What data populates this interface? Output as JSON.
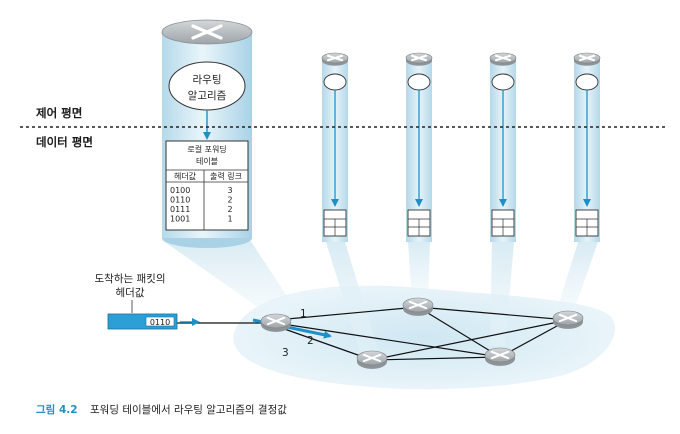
{
  "planes": {
    "control": "제어 평면",
    "data": "데이터 평면"
  },
  "routing_algorithm": {
    "line1": "라우팅",
    "line2": "알고리즘"
  },
  "forwarding_table": {
    "title_line1": "로컬 포워딩",
    "title_line2": "테이블",
    "col_header": "헤더값",
    "col_link": "출력 링크",
    "rows": [
      {
        "header": "0100",
        "link": "3"
      },
      {
        "header": "0110",
        "link": "2"
      },
      {
        "header": "0111",
        "link": "2"
      },
      {
        "header": "1001",
        "link": "1"
      }
    ]
  },
  "packet": {
    "label_line1": "도착하는 패킷의",
    "label_line2": "헤더값",
    "value": "0110"
  },
  "links": [
    "1",
    "2",
    "3"
  ],
  "caption": {
    "figure": "그림 4.2",
    "text": "포워딩 테이블에서 라우팅 알고리즘의 결정값"
  },
  "colors": {
    "accent": "#1f8fc8",
    "column_fill": "#cfe7f2",
    "router_fill": "#b7bcc0"
  }
}
